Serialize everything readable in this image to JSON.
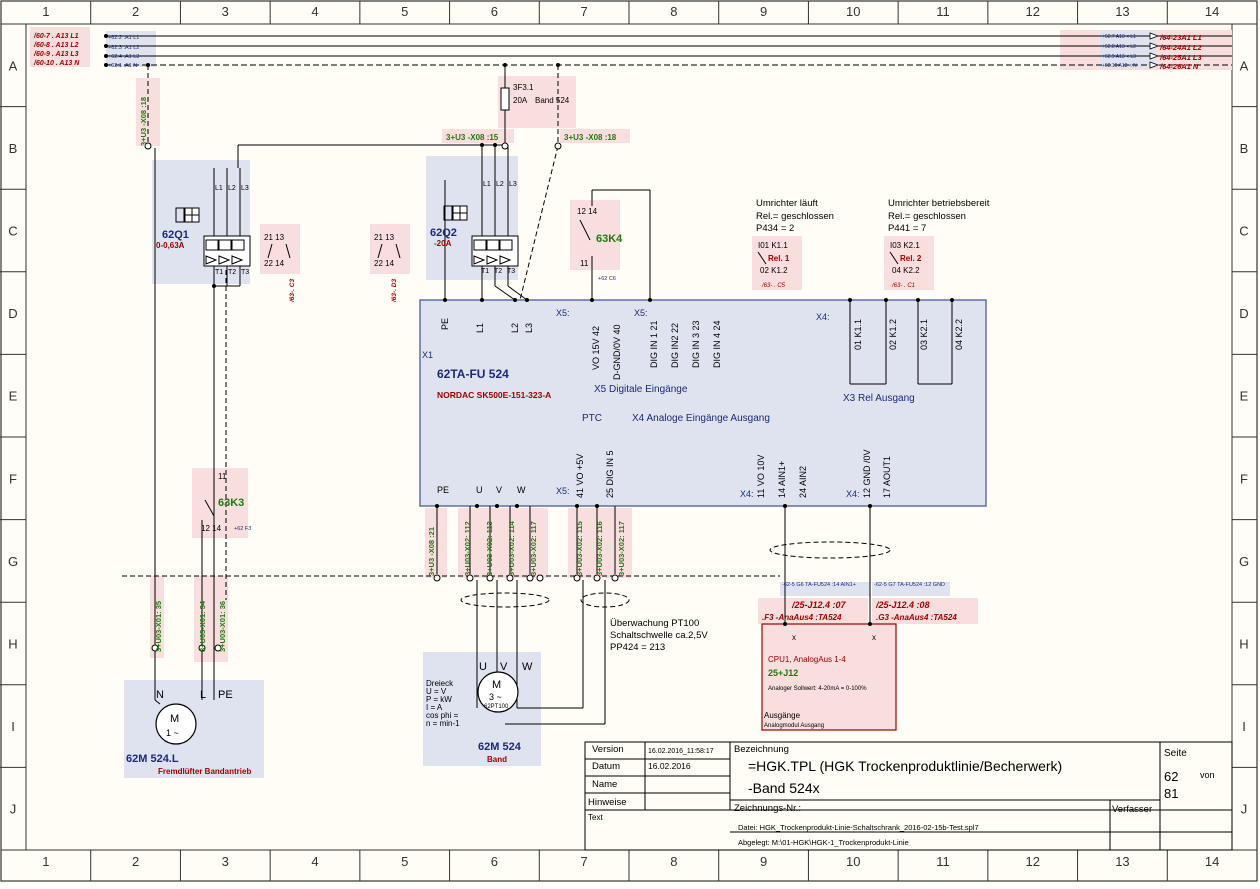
{
  "frame": {
    "col_labels": [
      "1",
      "2",
      "3",
      "4",
      "5",
      "6",
      "7",
      "8",
      "9",
      "10",
      "11",
      "12",
      "13",
      "14"
    ],
    "row_labels": [
      "A",
      "B",
      "C",
      "D",
      "E",
      "F",
      "G",
      "H",
      "I",
      "J"
    ]
  },
  "colors": {
    "line": "#000000",
    "grid_frame": "#333333",
    "device_box": "#dfe3f0",
    "device_border": "#4a5a9a",
    "ref_box": "#f9dede",
    "label_blue": "#1a2a7a",
    "label_red": "#a00000",
    "label_green": "#1f7a10"
  },
  "bus": {
    "left_refs": [
      "/60-7  . A13  L1",
      "/60-8  . A13  L2",
      "/60-9  . A13  L3",
      "/60-10 . A13  N"
    ],
    "left_tags": [
      "+62.2 .A1  L1",
      "+62.3 .A1  L2",
      "+62.4 .A1  L3",
      "+62.1 .A1  N"
    ],
    "right_tags": [
      "+62.7  A13 < L1",
      "+62.8  A13 < L2",
      "+62.9  A13 < L3",
      "+62.10 A13 < N"
    ],
    "right_refs": [
      "/64-23A1  L1",
      "/64-24A1  L2",
      "/64-25A1  L3",
      "/64-26A1  N"
    ]
  },
  "fuse": {
    "ref": "3F3.1",
    "rating": "20A",
    "label": "Band 524"
  },
  "terminals": {
    "t_b2": "3+U3 -X08 :18",
    "t_b6": "3+U3 -X08 :15",
    "t_b7": "3+U3 -X08 :18",
    "bottom": [
      "3+U3 -X08 :21",
      "3+U03-X02: 112",
      "3+U03-X02: 113",
      "3+U03-X02: 114",
      "3+U03-X02: 117",
      "3+U03-X02: 115",
      "3+U03-X02: 116",
      "3+U03-X02: 117"
    ],
    "motor_fan": [
      "3+U03-X01: 35",
      "3+U03-X01: 34",
      "3+U03-X01: 36"
    ]
  },
  "q1": {
    "name": "62Q1",
    "range": "0-0,63A",
    "poles_top": [
      "L1",
      "L2",
      "L3"
    ],
    "poles_bottom": [
      "T1",
      "T2",
      "T3"
    ]
  },
  "q2": {
    "name": "62Q2",
    "range": "-20A",
    "poles_top": [
      "L1",
      "L2",
      "L3"
    ],
    "poles_bottom": [
      "T1",
      "T2",
      "T3"
    ]
  },
  "aux_contacts": [
    {
      "top": "21  13",
      "bottom": "22  14",
      "ref": "/63-. C3"
    },
    {
      "top": "21  13",
      "bottom": "22  14",
      "ref": "/63-. D3"
    }
  ],
  "k4": {
    "name": "63K4",
    "pins_top": "12  14",
    "pin_bottom": "11",
    "ref": "+62 C6"
  },
  "k3": {
    "name": "63K3",
    "pin_top": "11",
    "pins_bottom": "12  14",
    "ref": "+62 F3"
  },
  "relays": [
    {
      "title": "Umrichter läuft",
      "state": "Rel.= geschlossen",
      "param": "P434 = 2",
      "top": "I01  K1.1",
      "name": "Rel. 1",
      "bottom": "02  K1.2",
      "ref": "/63- . C5"
    },
    {
      "title": "Umrichter betriebsbereit",
      "state": "Rel.= geschlossen",
      "param": "P441 = 7",
      "top": "I03  K2.1",
      "name": "Rel. 2",
      "bottom": "04  K2.2",
      "ref": "/63- . C1"
    }
  ],
  "fu": {
    "x1": "X1",
    "name": "62TA-FU 524",
    "model": "NORDAC SK500E-151-323-A",
    "x5_top": "X5:",
    "x5_top2": "X5:",
    "x4_top": "X4:",
    "top_pins": [
      "PE",
      "L1",
      "L2",
      "L3",
      "VO 15V  42",
      "D-GND/0V  40",
      "DIG IN 1  21",
      "DIG IN2  22",
      "DIG IN 3  23",
      "DIG IN 4  24",
      "01 K1.1",
      "02 K1.2",
      "03 K2.1",
      "04 K2.2"
    ],
    "dig_label": "X5  Digitale Eingänge",
    "rel_label": "X3 Rel  Ausgang",
    "ptc_label": "PTC",
    "analog_label": "X4  Analoge Eingänge   Ausgang",
    "bottom_pins": [
      "PE",
      "U",
      "V",
      "W",
      "41  VO +5V",
      "25  DIG IN 5",
      "11  VO 10V",
      "14  AIN1+",
      "24  AIN2",
      "12  GND /0V",
      "17  AOUT1"
    ],
    "x5_bottom": "X5:",
    "x4_bottom_a": "X4:",
    "x4_bottom_b": "X4:"
  },
  "ptc_note": {
    "line1": "Überwachung PT100",
    "line2": "Schaltschwelle ca.2,5V",
    "line3": "PP424 = 213"
  },
  "signal_refs": [
    {
      "small": "-62-5  G6  TA-FU524 :14 AIN1+",
      "main": "/25-J12.4 :07",
      "sub": ".F3  -AnaAus4 :TA524"
    },
    {
      "small": "-62-5  G7  TA-FU524 :12 GND",
      "main": "/25-J12.4 :08",
      "sub": ".G3  -AnaAus4 :TA524"
    }
  ],
  "cpu": {
    "title": "CPU1, AnalogAus 1-4",
    "addr": "25+J12",
    "desc": "Analoger Sollwert: 4-20mA = 0-100%",
    "out": "Ausgänge",
    "out_sub": "Analogmodul Ausgang",
    "pins": [
      "x",
      "x"
    ]
  },
  "motor_fan": {
    "pins": [
      "N",
      "L",
      "PE"
    ],
    "symbol_m": "M",
    "symbol_phase": "1 ~",
    "name": "62M 524.L",
    "desc": "Fremdlüfter Bandantrieb"
  },
  "motor_main": {
    "data": [
      "Dreieck",
      "U =   V",
      "P =   kW",
      "I =   A",
      "cos phi =",
      "n =  min-1"
    ],
    "pins": [
      "U",
      "V",
      "W"
    ],
    "symbol_m": "M",
    "symbol_phase": "3 ~",
    "ptc": "62PT100",
    "name": "62M 524",
    "desc": "Band"
  },
  "titleblock": {
    "version_label": "Version",
    "version_value": "16.02.2016_11:58:17",
    "datum_label": "Datum",
    "datum_value": "16.02.2016",
    "name_label": "Name",
    "hinweise_label": "Hinweise",
    "text_label": "Text",
    "bezeichnung_label": "Bezeichnung",
    "title1": "=HGK.TPL (HGK Trockenproduktlinie/Becherwerk)",
    "title2": "-Band 524x",
    "seite_label": "Seite",
    "seite_value": "62",
    "von_label": "von",
    "total_value": "81",
    "zeichnung_label": "Zeichnungs-Nr.:",
    "verfasser_label": "Verfasser",
    "datei": "Datei: HGK_Trockenprodukt-Linie-Schaltschrank_2016-02-15b-Test.spl7",
    "abgelegt": "Abgelegt:  M:\\01-HGK\\HGK-1_Trockenprodukt-Linie"
  }
}
